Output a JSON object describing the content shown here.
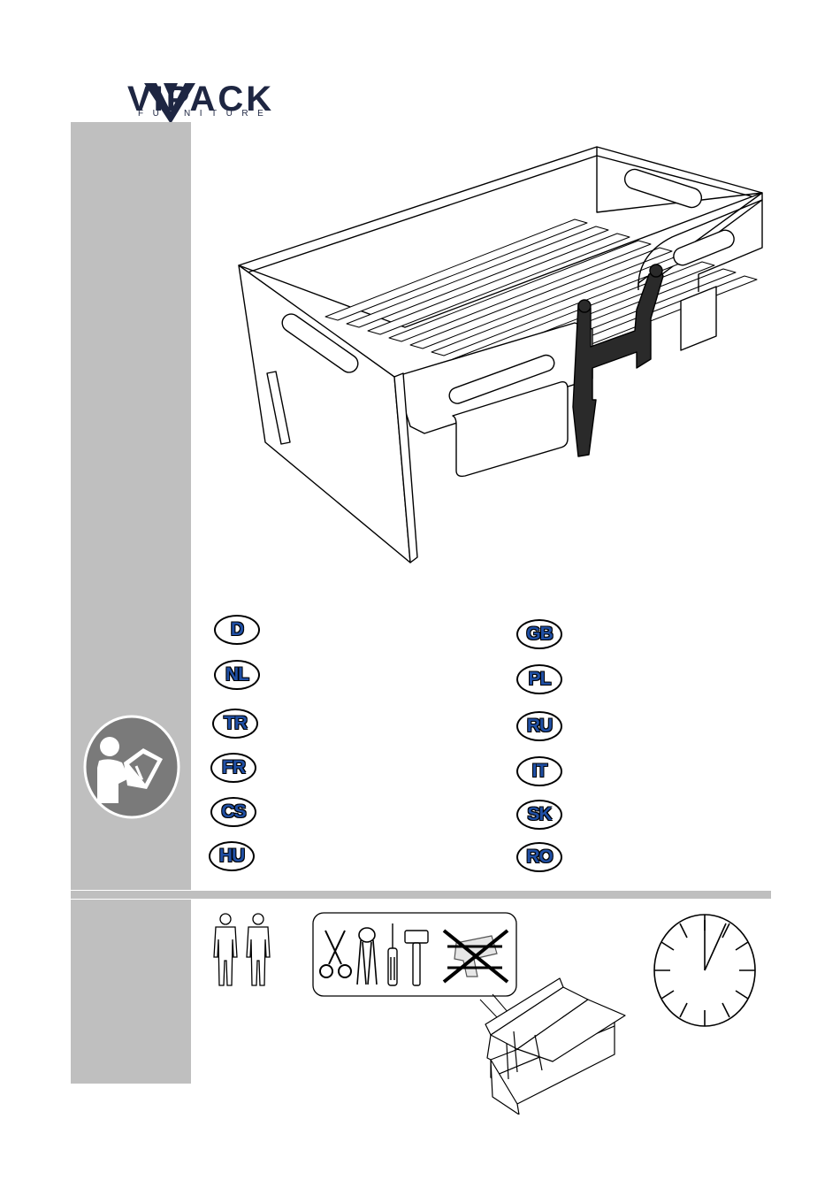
{
  "brand": {
    "name": "VIPACK",
    "subtitle": "FURNITURE",
    "color": "#1e2642"
  },
  "languages_left": [
    "D",
    "NL",
    "TR",
    "FR",
    "CS",
    "HU"
  ],
  "languages_right": [
    "GB",
    "PL",
    "RU",
    "IT",
    "SK",
    "RO"
  ],
  "colors": {
    "sidebar": "#bfbfbf",
    "language_text": "#1f4fa5",
    "ladder": "#2a2a2a"
  },
  "icons": {
    "manual": "read-manual-icon",
    "people": "two-persons-icon",
    "tools": [
      "scissors-icon",
      "pincers-icon",
      "screwdriver-icon",
      "hammer-icon",
      "no-drill-icon"
    ],
    "toolbox": "toolbox-icon",
    "time": "clock-icon"
  }
}
